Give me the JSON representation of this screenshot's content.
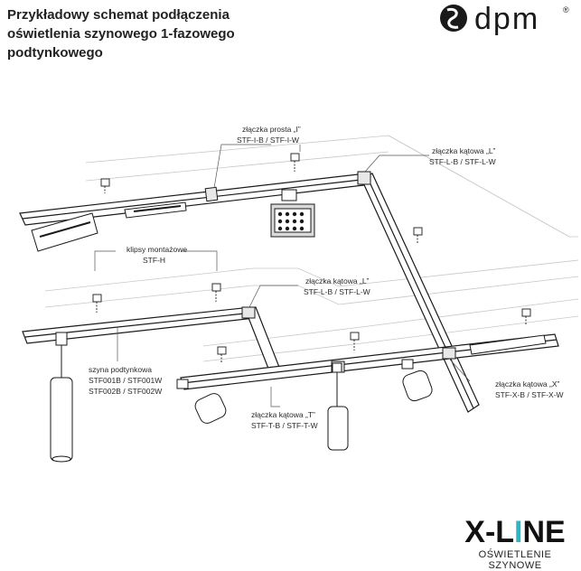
{
  "title_lines": [
    "Przykładowy schemat podłączenia",
    "oświetlenia szynowego 1-fazowego",
    "podtynkowego"
  ],
  "brand": {
    "logo_text": "dpm",
    "registered": "®"
  },
  "labels": {
    "straight_connector": {
      "line1": "złączka prosta „I”",
      "line2": "STF-I-B / STF-I-W"
    },
    "corner_connector_top": {
      "line1": "złączka kątowa „L”",
      "line2": "STF-L-B / STF-L-W"
    },
    "mounting_clips": {
      "line1": "klipsy montażowe",
      "line2": "STF-H"
    },
    "corner_connector_mid": {
      "line1": "złączka kątowa „L”",
      "line2": "STF-L-B / STF-L-W"
    },
    "recessed_rail": {
      "line1": "szyna podtynkowa",
      "line2": "STF001B / STF001W",
      "line3": "STF002B / STF002W"
    },
    "x_connector": {
      "line1": "złączka kątowa „X”",
      "line2": "STF-X-B / STF-X-W"
    },
    "t_connector": {
      "line1": "złączka kątowa „T”",
      "line2": "STF-T-B / STF-T-W"
    }
  },
  "footer": {
    "brand_prefix": "X-L",
    "brand_i": "I",
    "brand_suffix": "NE",
    "subtitle": "OŚWIETLENIE SZYNOWE",
    "accent": "#2eb6c7"
  }
}
